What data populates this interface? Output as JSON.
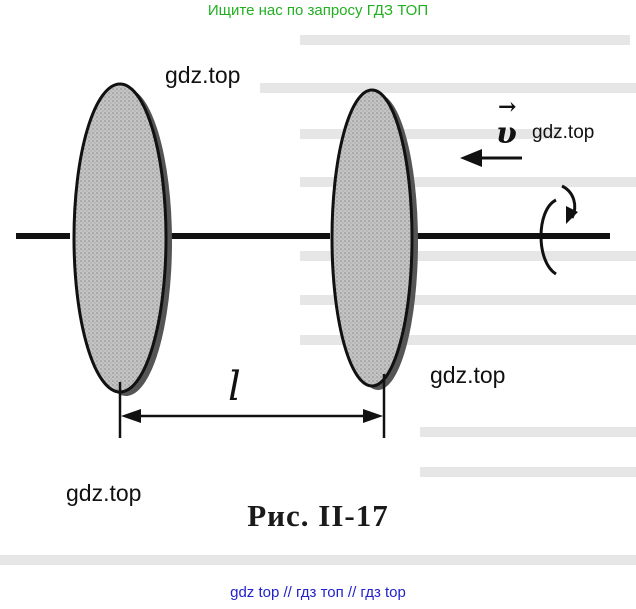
{
  "banner_top": "Ищите нас по запросу ГДЗ ТОП",
  "banner_bottom": "gdz top  //  гдз топ  //  гдз top",
  "watermarks": [
    "gdz.top",
    "gdz.top",
    "gdz.top",
    "gdz.top"
  ],
  "labels": {
    "length": "l",
    "velocity": "υ"
  },
  "caption": "Рис.  II-17",
  "colors": {
    "banner_top": "#22b022",
    "banner_bottom": "#2222cc",
    "disk_fill": "#bdbdbd",
    "ink": "#111111"
  },
  "icons": [
    "rotation-arrow-icon",
    "velocity-arrow-icon"
  ]
}
